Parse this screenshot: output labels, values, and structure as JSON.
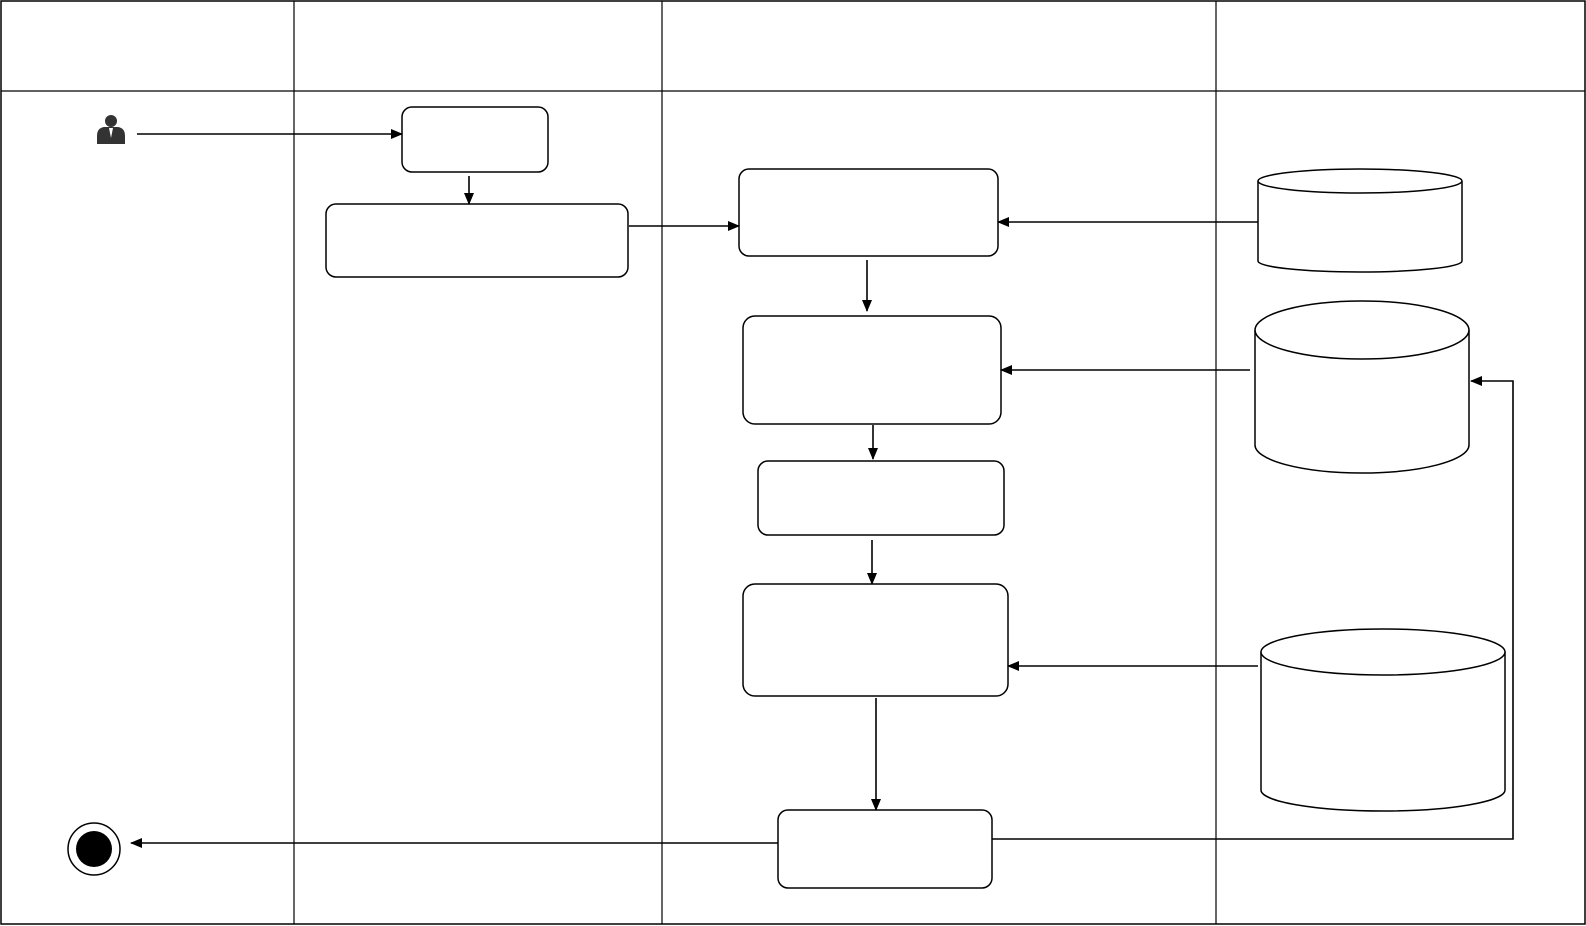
{
  "lanes": [
    {
      "title": ""
    },
    {
      "title": ""
    },
    {
      "title": ""
    },
    {
      "title": ""
    }
  ],
  "nodes": {
    "actor": {
      "kind": "actor",
      "label": ""
    },
    "step_1": {
      "kind": "activity",
      "label": ""
    },
    "step_2": {
      "kind": "activity",
      "label": ""
    },
    "step_3": {
      "kind": "activity",
      "label": ""
    },
    "step_4": {
      "kind": "activity",
      "label": ""
    },
    "step_5": {
      "kind": "activity",
      "label": ""
    },
    "step_6": {
      "kind": "activity",
      "label": ""
    },
    "step_7": {
      "kind": "activity",
      "label": ""
    },
    "store_1": {
      "kind": "datastore",
      "label": ""
    },
    "store_2": {
      "kind": "datastore",
      "label": ""
    },
    "store_3": {
      "kind": "datastore",
      "label": ""
    },
    "end": {
      "kind": "final-state",
      "label": ""
    }
  },
  "edges": [
    {
      "from": "actor",
      "to": "step_1"
    },
    {
      "from": "step_1",
      "to": "step_2"
    },
    {
      "from": "step_2",
      "to": "step_3"
    },
    {
      "from": "store_1",
      "to": "step_3"
    },
    {
      "from": "step_3",
      "to": "step_4"
    },
    {
      "from": "store_2",
      "to": "step_4"
    },
    {
      "from": "step_4",
      "to": "step_5"
    },
    {
      "from": "step_5",
      "to": "step_6"
    },
    {
      "from": "store_3",
      "to": "step_6"
    },
    {
      "from": "step_6",
      "to": "step_7"
    },
    {
      "from": "step_7",
      "to": "end"
    },
    {
      "from": "step_7",
      "to": "store_2"
    }
  ],
  "colors": {
    "stroke": "#000000",
    "fill": "#ffffff",
    "actor": "#333333"
  }
}
